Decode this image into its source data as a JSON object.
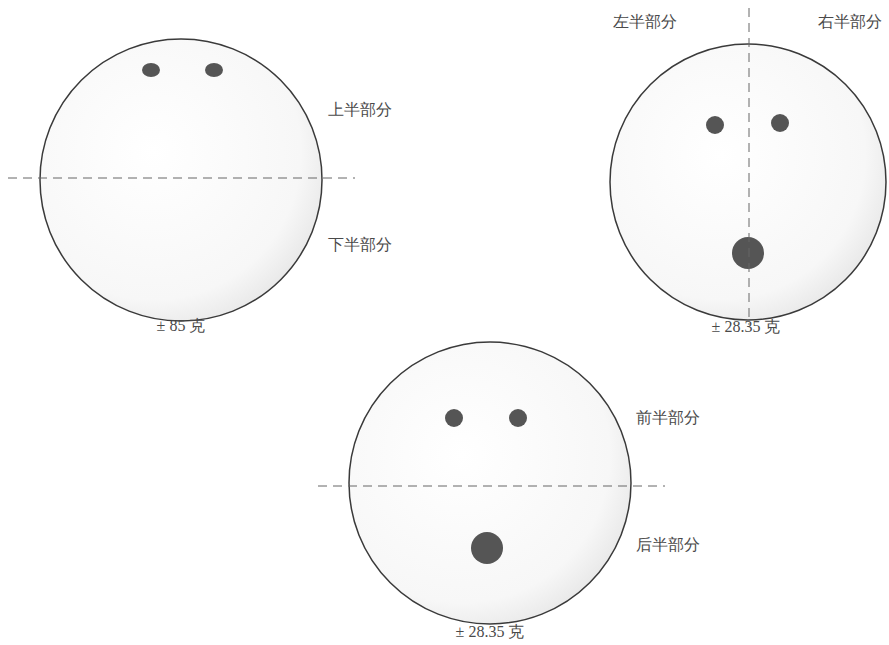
{
  "diagram": {
    "labels": [
      "上半部分",
      "下半部分",
      "± 85 克",
      "左半部分",
      "右半部分",
      "± 28.35 克",
      "前半部分",
      "后半部分",
      "± 28.35 克"
    ]
  }
}
